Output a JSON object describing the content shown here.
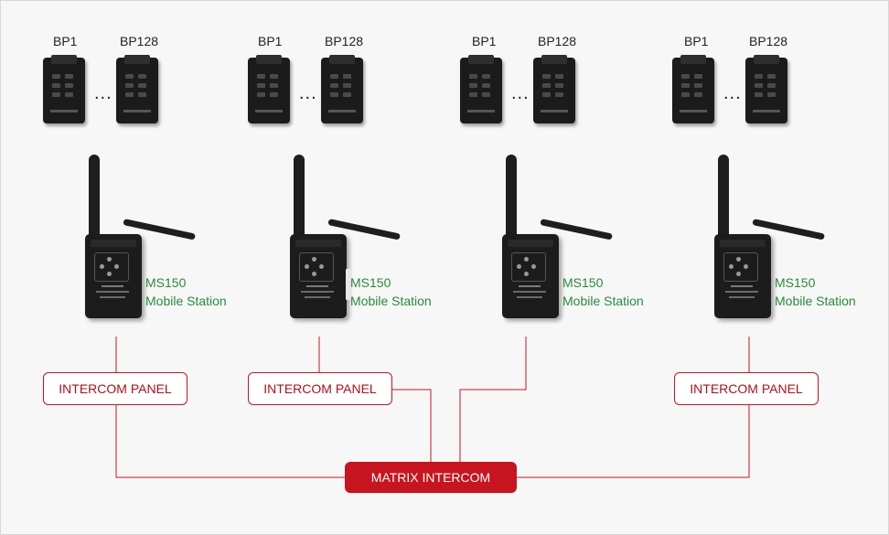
{
  "diagram": {
    "groups": [
      {
        "bp_first": "BP1",
        "bp_last": "BP128",
        "ellipsis": "...",
        "ms_model": "MS150",
        "ms_name": "Mobile Station",
        "panel": "INTERCOM PANEL"
      },
      {
        "bp_first": "BP1",
        "bp_last": "BP128",
        "ellipsis": "...",
        "ms_model": "MS150",
        "ms_name": "Mobile Station",
        "panel": "INTERCOM PANEL"
      },
      {
        "bp_first": "BP1",
        "bp_last": "BP128",
        "ellipsis": "...",
        "ms_model": "MS150",
        "ms_name": "Mobile Station",
        "panel": ""
      },
      {
        "bp_first": "BP1",
        "bp_last": "BP128",
        "ellipsis": "...",
        "ms_model": "MS150",
        "ms_name": "Mobile Station",
        "panel": "INTERCOM PANEL"
      }
    ],
    "hub": "MATRIX INTERCOM",
    "colors": {
      "accent_red": "#c8141e",
      "station_label_green": "#2a8a3a",
      "line_color": "#c8141e"
    }
  }
}
